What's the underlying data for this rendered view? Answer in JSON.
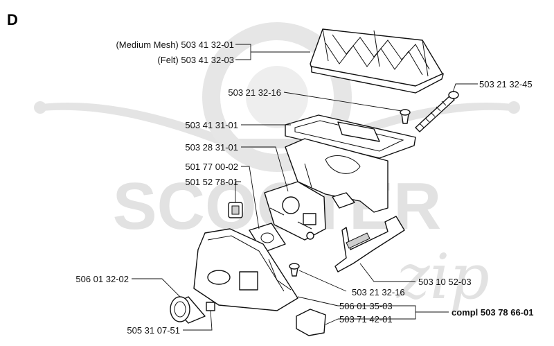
{
  "section_letter": "D",
  "watermark": {
    "brand_text": "SCOOTER",
    "brand_script": "zip",
    "color": "#dcdcdc"
  },
  "labels": {
    "medium_mesh": "(Medium Mesh) 503 41 32-01",
    "felt": "(Felt) 503 41 32-03",
    "p_503213216_top": "503 21 32-16",
    "p_503213245": "503 21 32-45",
    "p_503413101": "503 41 31-01",
    "p_503283101": "503 28 31-01",
    "p_501770002": "501 77 00-02",
    "p_501527801": "501 52 78-01",
    "p_506013202": "506 01 32-02",
    "p_503213216_bottom": "503 21 32-16",
    "p_503105203": "503 10 52-03",
    "p_506013503": "506 01 35-03",
    "p_503714201": "503 71 42-01",
    "p_505310751": "505 31 07-51",
    "compl": "compl 503 78 66-01"
  }
}
